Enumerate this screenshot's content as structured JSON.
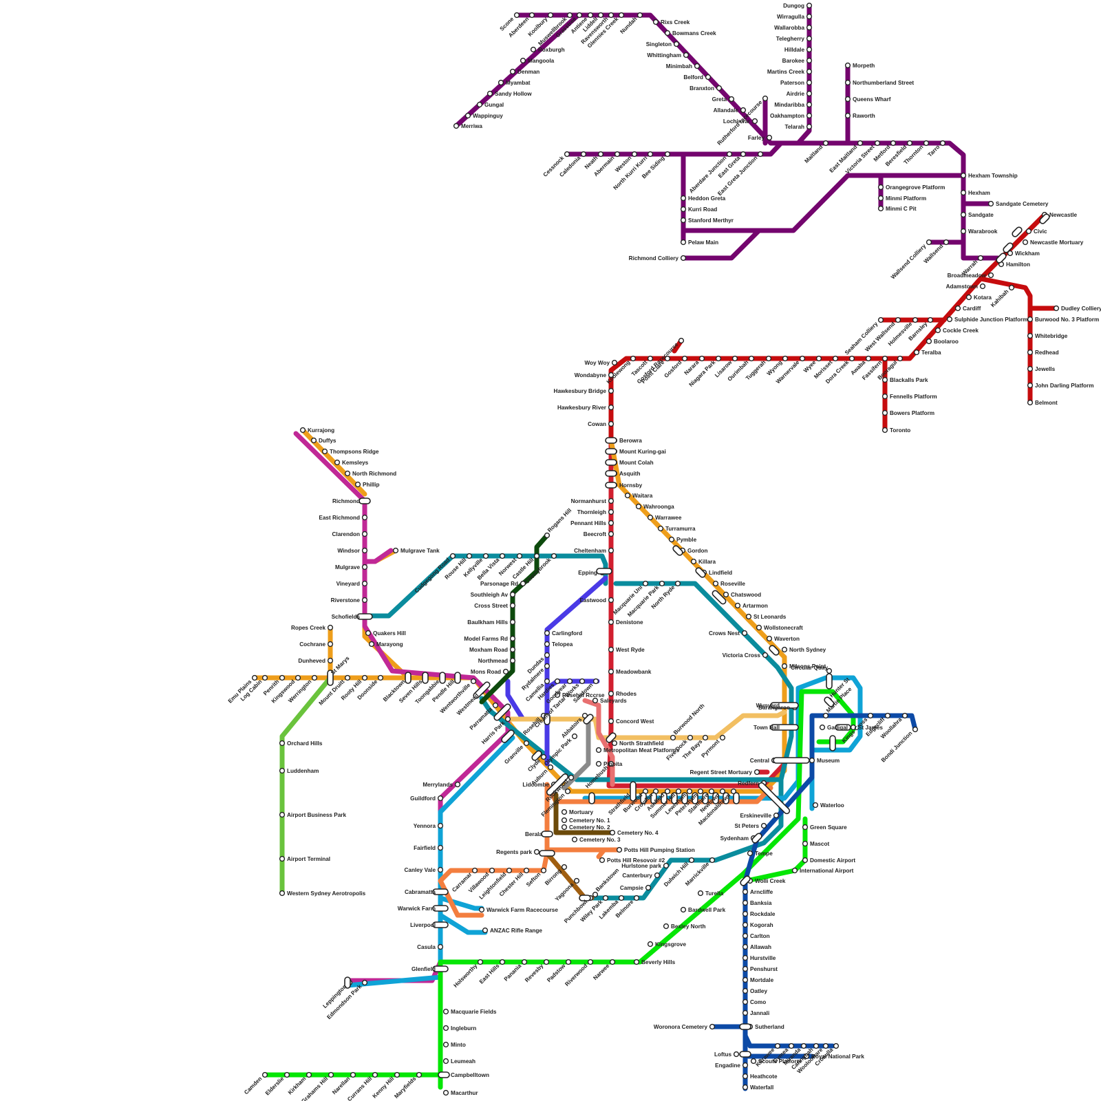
{
  "lines": [
    {
      "id": "hunter",
      "color": "#74056E"
    },
    {
      "id": "central-coast",
      "color": "#C60C0E"
    },
    {
      "id": "north-shore",
      "color": "#D11F2F"
    },
    {
      "id": "western",
      "color": "#EE9E1B"
    },
    {
      "id": "richmond",
      "color": "#C02896"
    },
    {
      "id": "cumberland",
      "color": "#0A8C9D"
    },
    {
      "id": "bankstown",
      "color": "#0FA3D6"
    },
    {
      "id": "airport",
      "color": "#05E605"
    },
    {
      "id": "eastern-suburbs",
      "color": "#0C4AA6"
    },
    {
      "id": "inner-west",
      "color": "#F37E3F"
    },
    {
      "id": "carlingford",
      "color": "#4A3AE6"
    },
    {
      "id": "northwest",
      "color": "#0D4A0D"
    },
    {
      "id": "aerotropolis",
      "color": "#6AC33C"
    },
    {
      "id": "olympic-park",
      "color": "#F2BF62"
    },
    {
      "id": "abbatoirs",
      "color": "#8A8A8A"
    },
    {
      "id": "cemetery",
      "color": "#6B4A0A"
    },
    {
      "id": "sefton",
      "color": "#A05E10"
    },
    {
      "id": "saleyards",
      "color": "#E87070"
    }
  ],
  "stations": {
    "hunter": [
      "Scone",
      "Aberdeen",
      "Koolbury",
      "Muswellbrook",
      "Grasstree",
      "Antiene",
      "Liddell",
      "Ravensworth",
      "Glennies Creek",
      "Nundah",
      "Rixs Creek",
      "Bowmans Creek",
      "Singleton",
      "Whittingham",
      "Minimbah",
      "Belford",
      "Branxton",
      "Greta",
      "Allandale",
      "Lochinvar",
      "Farley",
      "Rutherford racecourse",
      "Maitland",
      "East Maitland",
      "Victoria Street",
      "Metford",
      "Beresfield",
      "Thornton",
      "Tarro",
      "Hexham Township",
      "Hexham",
      "Sandgate",
      "Sandgate Cemetery",
      "Warabrook",
      "Warrah",
      "Wallsend",
      "Wallsend Colliery",
      "Roxburgh",
      "Mangoola",
      "Denman",
      "Myambat",
      "Sandy Hollow",
      "Gungal",
      "Wappinguy",
      "Merriwa",
      "Dungog",
      "Wirragulla",
      "Wallarobba",
      "Telegherry",
      "Hilldale",
      "Barokee",
      "Martins Creek",
      "Paterson",
      "Airdrie",
      "Mindaribba",
      "Oakhampton",
      "Telarah",
      "Morpeth",
      "Northumberland Street",
      "Queens Wharf",
      "Raworth",
      "Cessnock",
      "Caledonia",
      "Neath",
      "Abermain",
      "Weston",
      "North Kurri Kurri",
      "Bee Siding",
      "Aberdare Junction",
      "East Greta",
      "East Greta Junction",
      "Heddon Greta",
      "Kurri Road",
      "Stanford Merthyr",
      "Pelaw Main",
      "Richmond Colliery",
      "Orangegrove Platform",
      "Minmi Platform",
      "Minmi C Pit"
    ],
    "central-coast": [
      "Newcastle",
      "Civic",
      "Newcastle Mortuary",
      "Wickham",
      "Hamilton",
      "Broadmeadow",
      "Adamstown",
      "Kahibah",
      "Kotara",
      "Cardiff",
      "Sulphide Junction Platform",
      "Cockle Creek",
      "Boolaroo",
      "Teralba",
      "Booragul",
      "Fassifern",
      "Awaba",
      "Dora Creek",
      "Morisset",
      "Wyee",
      "Warnervale",
      "Wyong",
      "Tuggerah",
      "Ourimbah",
      "Lisarow",
      "Niagara Park",
      "Narara",
      "Gosford",
      "Gosford Racecourse",
      "Point Clare",
      "Tascott",
      "Koolewong",
      "Woy Woy",
      "Wondabyne",
      "Hawkesbury Bridge",
      "Hawkesbury River",
      "Cowan",
      "Dudley Colliery",
      "Burwood No. 3 Platform",
      "Whitebridge",
      "Redhead",
      "Jewells",
      "John Darling Platform",
      "Belmont",
      "Blackalls Park",
      "Fennells Platform",
      "Bowers Platform",
      "Toronto",
      "Seaham Colliery",
      "West Wallsend",
      "Holmesville",
      "Barnsley"
    ],
    "north-shore": [
      "Berowra",
      "Mount Kuring-gai",
      "Mount Colah",
      "Asquith",
      "Hornsby",
      "Waitara",
      "Wahroonga",
      "Warrawee",
      "Turramurra",
      "Pymble",
      "Gordon",
      "Killara",
      "Lindfield",
      "Roseville",
      "Chatswood",
      "Artarmon",
      "St Leonards",
      "Wollstonecraft",
      "Waverton",
      "North Sydney",
      "Milsons Point",
      "Normanhurst",
      "Thornleigh",
      "Pennant Hills",
      "Beecroft",
      "Cheltenham",
      "Epping",
      "Eastwood",
      "Denistone",
      "West Ryde",
      "Meadowbank",
      "Rhodes",
      "Concord West",
      "North Strathfield",
      "Homebush",
      "Regent Street Mortuary",
      "Redfern",
      "Central"
    ],
    "western": [
      "Emu Plains",
      "Log Cabin",
      "Penrith",
      "Kingswood",
      "Werrington",
      "St Marys",
      "Mount Druitt",
      "Rooty Hill",
      "Doonside",
      "Blacktown",
      "Seven Hills",
      "Toongabbie",
      "Pendle Hill",
      "Wentworthville",
      "Westmead",
      "Parramatta",
      "Harris Park",
      "Granville",
      "Clyde",
      "Auburn",
      "Lidcombe",
      "Flemington",
      "Strathfield",
      "Burwood",
      "Croydon",
      "Ashfield",
      "Summer Hill",
      "Lewisham",
      "Petersham",
      "Stanmore",
      "Newtown",
      "Macdonaldtown",
      "Ropes Creek",
      "Cochrane",
      "Dunheved",
      "Kurrajong",
      "Duffys",
      "Thompsons Ridge",
      "Kemsleys",
      "North Richmond",
      "Phillip"
    ],
    "richmond": [
      "Richmond",
      "East Richmond",
      "Clarendon",
      "Windsor",
      "Mulgrave",
      "Vineyard",
      "Riverstone",
      "Schofields",
      "Quakers Hill",
      "Marayong",
      "Mulgrave Tank",
      "Merrylands",
      "Guildford",
      "Yennora",
      "Fairfield",
      "Canley Vale",
      "Cabramatta",
      "Warwick Farm",
      "Liverpool",
      "Casula",
      "Glenfield",
      "Edmondson Park",
      "Leppington"
    ],
    "cumberland": [
      "Cudgegong Road",
      "Rouse Hill",
      "Kellyville",
      "Bella Vista",
      "Norwest",
      "Castle Hill",
      "Cherrybrook",
      "Macquarie Uni",
      "Macquarie Park",
      "North Ryde",
      "Crows Nest",
      "Victoria Cross",
      "Barangaroo"
    ],
    "bankstown": [
      "Circular Quay",
      "Wynyard",
      "Town Hall",
      "Museum",
      "St James",
      "Martin Place",
      "Gadigal",
      "Hunter St",
      "Waterloo"
    ],
    "airport": [
      "Green Square",
      "Mascot",
      "Domestic Airport",
      "International Airport",
      "Wolli Creek",
      "Tempe",
      "Sydenham",
      "Marrickville",
      "Dulwich Hill",
      "Hurlstone park",
      "Canterbury",
      "Campsie",
      "Belmore",
      "Lakemba",
      "Wiley Park",
      "Punchbowl",
      "Bankstown",
      "Yagoona",
      "Birrong",
      "Turella",
      "Bardwell Park",
      "Bexley North",
      "Kingsgrove",
      "Beverly Hills",
      "Narwee",
      "Riverwood",
      "Padstow",
      "Revesby",
      "Panania",
      "East Hills",
      "Holsworthy",
      "Macquarie Fields",
      "Ingleburn",
      "Minto",
      "Leumeah",
      "Campbelltown",
      "Macarthur",
      "Camden",
      "Elderslie",
      "Kirkham",
      "Grahams Hill",
      "Narellan",
      "Currans Hill",
      "Kenny Hill",
      "Maryfields"
    ],
    "eastern-suburbs": [
      "Kings Cross",
      "Edgecliff",
      "Woollahra",
      "Bondi Junction",
      "Erskineville",
      "St Peters",
      "Arncliffe",
      "Banksia",
      "Rockdale",
      "Kogorah",
      "Carlton",
      "Allawah",
      "Hurstville",
      "Penshurst",
      "Mortdale",
      "Oatley",
      "Como",
      "Jannali",
      "Sutherland",
      "Kirrawee",
      "Gymea",
      "Miranda",
      "Caringbah",
      "Woolooware",
      "Cronulla",
      "Loftus",
      "Engadine",
      "Heathcote",
      "Waterfall",
      "Scouts Platform",
      "Royal National Park",
      "Woronora Cemetery"
    ],
    "inner-west": [
      "Berala",
      "Regents park",
      "Sefton",
      "Chester Hill",
      "Leightonfield",
      "Villawood",
      "Carramar",
      "Potts Hill Pumping Station",
      "Potts Hill Resovoir #2",
      "Warwick Farm Racecourse",
      "ANZAC Rifle Range"
    ],
    "carlingford": [
      "Carlingford",
      "Telopea",
      "Dundas",
      "Rydalmere",
      "Camellia",
      "Rosehill",
      "Hardies",
      "Goodyear",
      "Cream of Tartar Works",
      "Sandown",
      "Rosehill Rccrse"
    ],
    "northwest": [
      "Rogans Hill",
      "Parsonage Rd",
      "Southleigh Av",
      "Cross Street",
      "Baulkham Hills",
      "Model Farms Rd",
      "Moxham Road",
      "Northmead",
      "Mons Road"
    ],
    "aerotropolis": [
      "Orchard Hills",
      "Luddenham",
      "Airport Business Park",
      "Airport Terminal",
      "Western Sydney Aerotropolis"
    ],
    "olympic-park": [
      "Olympic Park",
      "Burwood North",
      "Five Dock",
      "The Bays",
      "Pyrmont"
    ],
    "abbatoirs": [
      "Abbatoirs",
      "Metropolitan Meat Platforms"
    ],
    "cemetery": [
      "Rookwood",
      "Mortuary",
      "Cemetery No. 1",
      "Cemetery No. 2",
      "Cemetery No. 3",
      "Cemetery No. 4"
    ],
    "saleyards": [
      "Saleyards",
      "Pippita"
    ]
  }
}
